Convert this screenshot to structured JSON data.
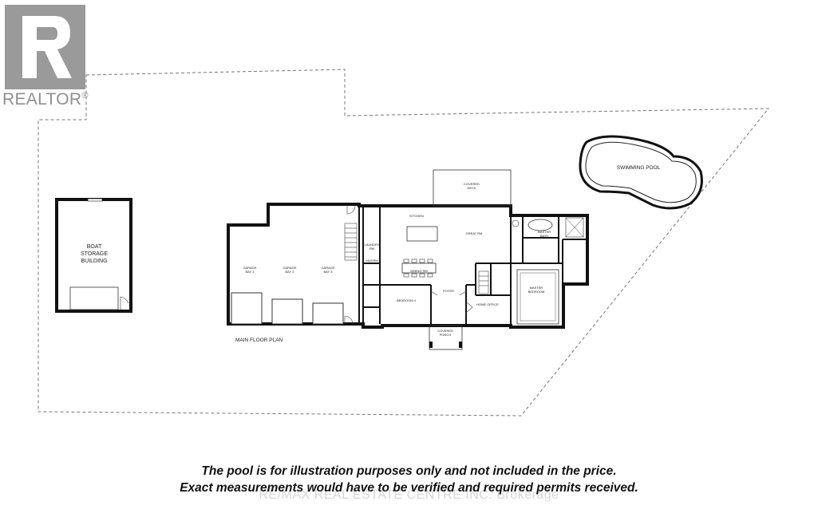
{
  "logo": {
    "wordmark": "REALTOR",
    "registered": "®",
    "icon": "realtor-r-logo-icon"
  },
  "labels": {
    "boat_storage": [
      "BOAT",
      "STORAGE",
      "BUILDING"
    ],
    "swimming_pool": "SWIMMING POOL",
    "main_floor_plan": "MAIN FLOOR PLAN",
    "garage_bay_1": [
      "GARAGE",
      "BAY 1"
    ],
    "garage_bay_2": [
      "GARAGE",
      "BAY 2"
    ],
    "garage_bay_3": [
      "GARAGE",
      "BAY 3"
    ],
    "covered_deck": [
      "COVERED",
      "DECK"
    ],
    "covered_porch": [
      "COVERED",
      "PORCH"
    ],
    "kitchen": "KITCHEN",
    "great_rm": "GREAT RM",
    "foyer": "FOYER",
    "home_office": "HOME OFFICE",
    "bedroom_4": "BEDROOM 4",
    "laundry": [
      "LAUNDRY",
      "RM"
    ],
    "mudrm": "MUDRM",
    "master_bath": [
      "MASTER",
      "BATH"
    ],
    "master_bedroom": [
      "MASTER",
      "BEDROOM"
    ],
    "dining_rm": "DINING RM"
  },
  "disclaimer": {
    "line1": "The pool is for illustration purposes only and not included in the price.",
    "line2": "Exact measurements would have to be verified and required permits received."
  },
  "watermark": "RE/MAX REAL ESTATE CENTRE INC. Brokerage"
}
